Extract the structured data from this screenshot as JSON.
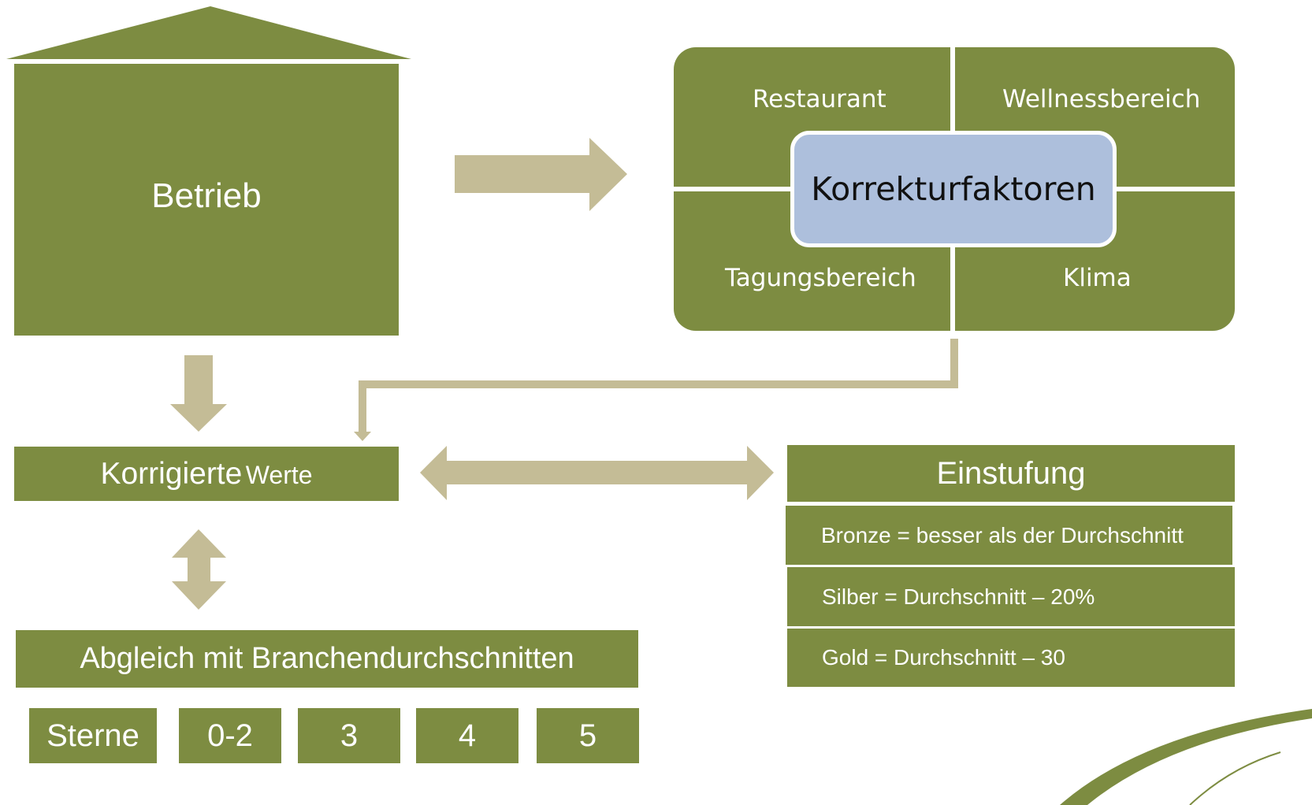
{
  "betrieb": {
    "label": "Betrieb"
  },
  "korrektur": {
    "center": "Korrekturfaktoren",
    "quadrants": {
      "top_left": "Restaurant",
      "top_right": "Wellnessbereich",
      "bottom_left": "Tagungsbereich",
      "bottom_right": "Klima"
    }
  },
  "korrigierte": {
    "main": "Korrigierte",
    "small": "Werte"
  },
  "abgleich": {
    "label": "Abgleich mit Branchendurchschnitten"
  },
  "sterne": [
    "Sterne",
    "0-2",
    "3",
    "4",
    "5"
  ],
  "einstufung": {
    "title": "Einstufung",
    "levels": [
      "Bronze = besser als der Durchschnitt",
      "Silber = Durchschnitt – 20%",
      "Gold = Durchschnitt – 30"
    ]
  },
  "colors": {
    "green": "#7d8c41",
    "arrow": "#c4bc96",
    "center_box": "#adbfdc"
  }
}
